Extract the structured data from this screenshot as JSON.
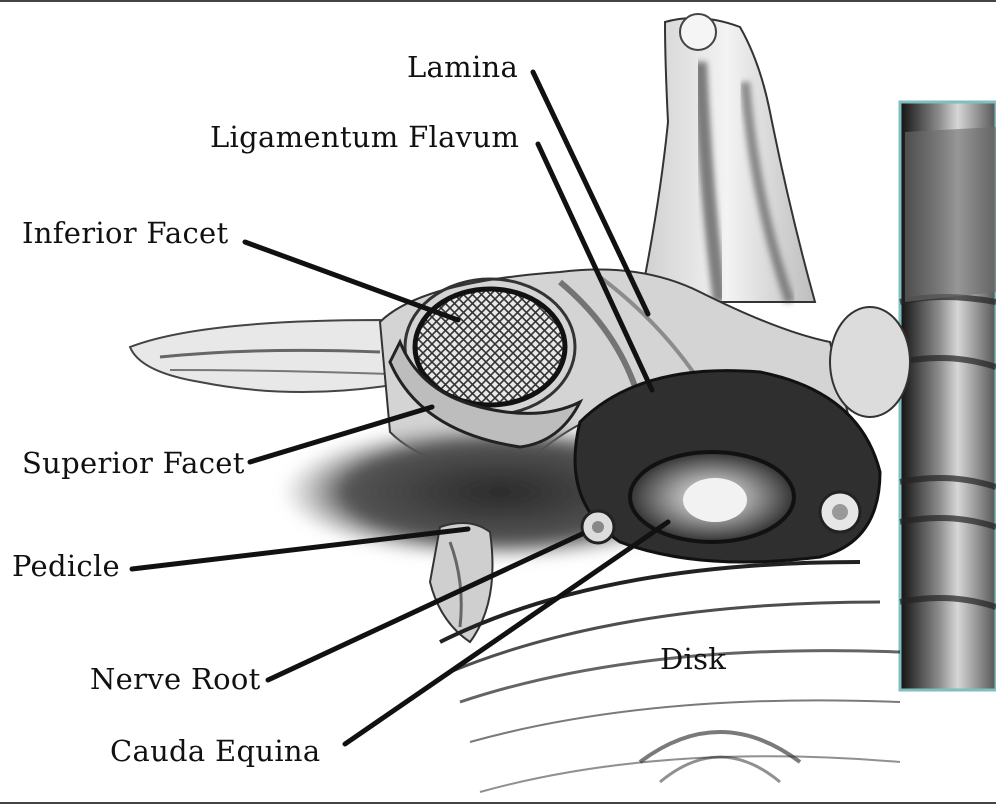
{
  "labels": {
    "lamina": "Lamina",
    "ligamentum_flavum": "Ligamentum Flavum",
    "inferior_facet": "Inferior Facet",
    "superior_facet": "Superior Facet",
    "pedicle": "Pedicle",
    "nerve_root": "Nerve Root",
    "cauda_equina": "Cauda Equina",
    "disk": "Disk"
  },
  "colors": {
    "ink": "#111111",
    "shadow": "#3a3a3a",
    "bone_light": "#e9e9e9",
    "panel_frame": "#7fbfbf",
    "panel_bg": "#1a1a1a"
  }
}
